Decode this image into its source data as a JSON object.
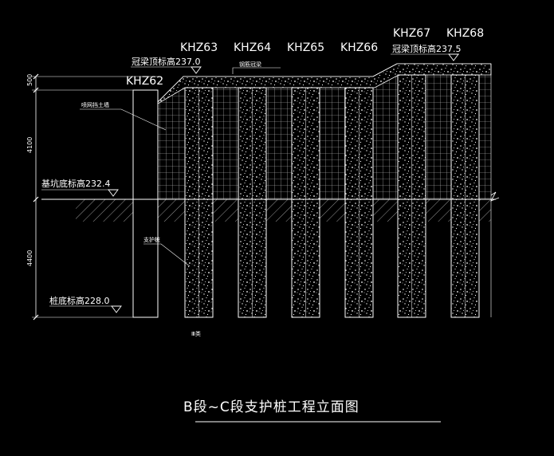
{
  "drawing": {
    "title": "B段~C段支护桩工程立面图",
    "piles": [
      {
        "id": "KHZ62"
      },
      {
        "id": "KHZ63"
      },
      {
        "id": "KHZ64"
      },
      {
        "id": "KHZ65"
      },
      {
        "id": "KHZ66"
      },
      {
        "id": "KHZ67"
      },
      {
        "id": "KHZ68"
      }
    ],
    "crown_beam_left": "冠梁顶标高237.0",
    "crown_beam_right": "冠梁顶标高237.5",
    "pit_bottom": "基坑底标高232.4",
    "pile_bottom": "桩底标高228.0",
    "dim_top": "500",
    "dim_mid": "4100",
    "dim_bottom": "4400",
    "note_beam": "钢筋冠梁",
    "note_wall": "喷网挡土墙",
    "note_pile": "支护桩",
    "note_bottom": "Ⅲ类"
  }
}
